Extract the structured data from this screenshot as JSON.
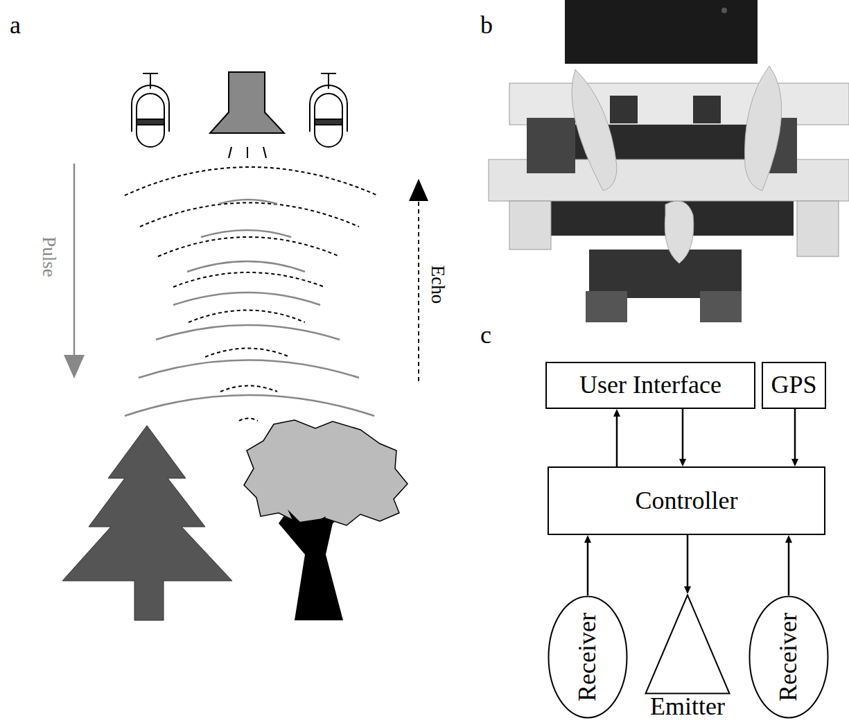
{
  "diagram": {
    "nodes": [
      {
        "text": [
          "User Interface"
        ]
      },
      {
        "text": [
          "GPS"
        ]
      },
      {
        "text": [
          "Controller"
        ]
      },
      {
        "text": [
          "Receiver"
        ]
      },
      {
        "text": [
          "Emitter"
        ]
      },
      {
        "text": [
          "Receiver"
        ]
      }
    ],
    "edges": [
      {
        "from": 2,
        "to": 0,
        "arrow": "to"
      },
      {
        "from": 0,
        "to": 2,
        "arrow": "to"
      },
      {
        "from": 1,
        "to": 2,
        "arrow": "to"
      },
      {
        "from": 3,
        "to": 2,
        "arrow": "to"
      },
      {
        "from": 2,
        "to": 4,
        "arrow": "to"
      },
      {
        "from": 5,
        "to": 2,
        "arrow": "to"
      }
    ],
    "labels": [
      "a",
      "b",
      "c",
      "Pulse",
      "Echo"
    ]
  }
}
